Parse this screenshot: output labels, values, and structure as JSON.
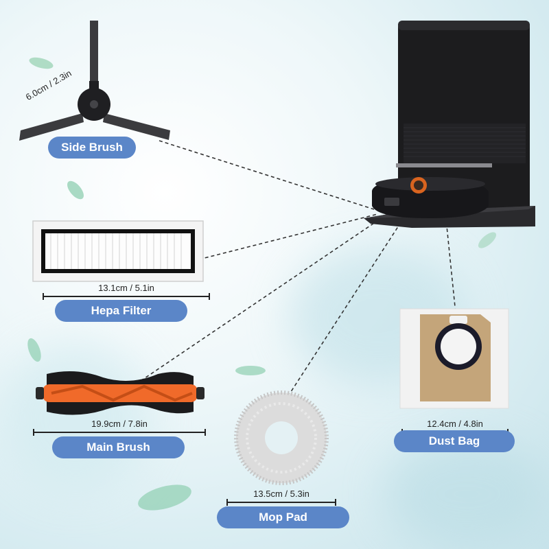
{
  "colors": {
    "pill": "#5b86c8",
    "brush_orange": "#f06a2a",
    "station": "#1c1c1e",
    "bag": "#c4a57a"
  },
  "side_brush": {
    "label": "Side Brush",
    "dimension": "6.0cm / 2.3in"
  },
  "hepa_filter": {
    "label": "Hepa Filter",
    "dimension": "13.1cm / 5.1in"
  },
  "main_brush": {
    "label": "Main Brush",
    "dimension": "19.9cm / 7.8in"
  },
  "mop_pad": {
    "label": "Mop Pad",
    "dimension": "13.5cm / 5.3in"
  },
  "dust_bag": {
    "label": "Dust Bag",
    "dimension": "12.4cm / 4.8in"
  }
}
